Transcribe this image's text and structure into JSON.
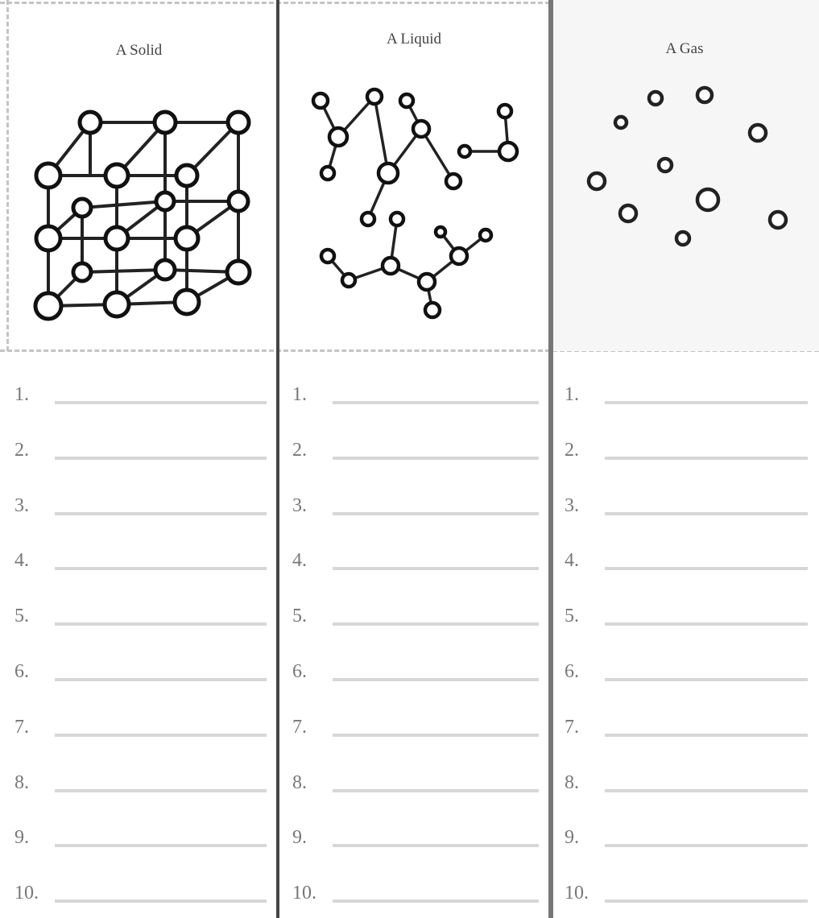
{
  "worksheet": {
    "columns": [
      {
        "title": "A Solid",
        "illustration": "solid-lattice-diagram"
      },
      {
        "title": "A Liquid",
        "illustration": "liquid-particles-diagram"
      },
      {
        "title": "A Gas",
        "illustration": "gas-particles-diagram"
      }
    ],
    "row_numbers": [
      "1.",
      "2.",
      "3.",
      "4.",
      "5.",
      "6.",
      "7.",
      "8.",
      "9.",
      "10."
    ]
  }
}
